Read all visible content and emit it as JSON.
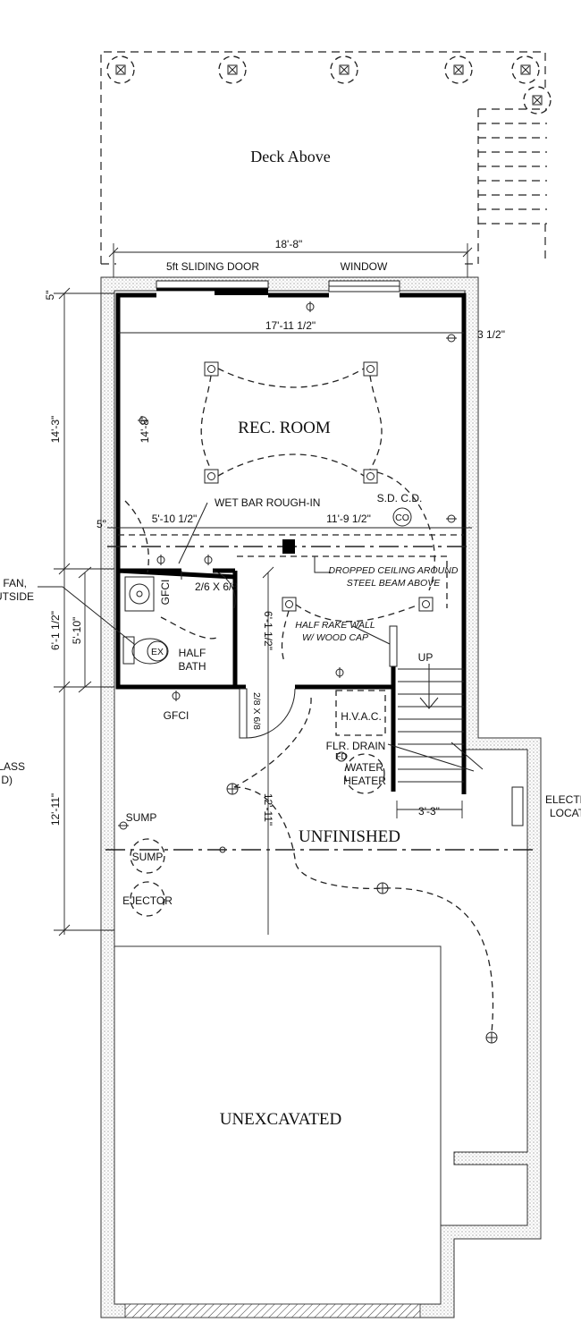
{
  "labels": {
    "deck_above": "Deck Above",
    "dim_top": "18'-8\"",
    "sliding_door": "5ft SLIDING DOOR",
    "window": "WINDOW",
    "dim_inner_top": "17'-11 1/2\"",
    "dim_3half": "3 1/2\"",
    "dim_5_top": "5\"",
    "dim_14_3": "14'-3\"",
    "dim_14_8": "14'-8\"",
    "rec_room": "REC. ROOM",
    "wet_bar": "WET BAR ROUGH-IN",
    "sdco": "S.D. C.D.",
    "co": "CO",
    "dim_5_mid": "5\"",
    "dim_5_10_half": "5'-10 1/2\"",
    "dim_11_9_half": "11'-9 1/2\"",
    "dropped_ceiling_1": "DROPPED CEILING AROUND",
    "dropped_ceiling_2": "STEEL BEAM ABOVE",
    "fan_1": "FAN,",
    "fan_2": "UTSIDE",
    "gfci_vertical": "GFCI",
    "door_2_6": "2/6 X 6/8",
    "dim_6_1_half_left": "6'-1 1/2\"",
    "dim_5_10": "5'-10\"",
    "dim_6_1_half_mid": "6'-1 1/2\"",
    "half_rake_1": "HALF RAKE WALL",
    "half_rake_2": "W/ WOOD CAP",
    "up": "UP",
    "ex": "EX",
    "half_bath_1": "HALF",
    "half_bath_2": "BATH",
    "gfci": "GFCI",
    "door_2_8": "2/8 X 6/8",
    "hvac": "H.V.A.C.",
    "flr_drain": "FLR. DRAIN",
    "fd": "FD",
    "water_heater_1": "WATER",
    "water_heater_2": "HEATER",
    "lass_1": "LASS",
    "lass_2": "D)",
    "electr_1": "ELECTR",
    "electr_2": "LOCAT",
    "dim_3_3": "3'-3\"",
    "dim_12_11_left": "12'-11\"",
    "dim_12_11_mid": "12'-11\"",
    "sump_1": "SUMP",
    "sump_2": "SUMP",
    "ejector": "EJECTOR",
    "unfinished": "UNFINISHED",
    "unexcavated": "UNEXCAVATED"
  }
}
